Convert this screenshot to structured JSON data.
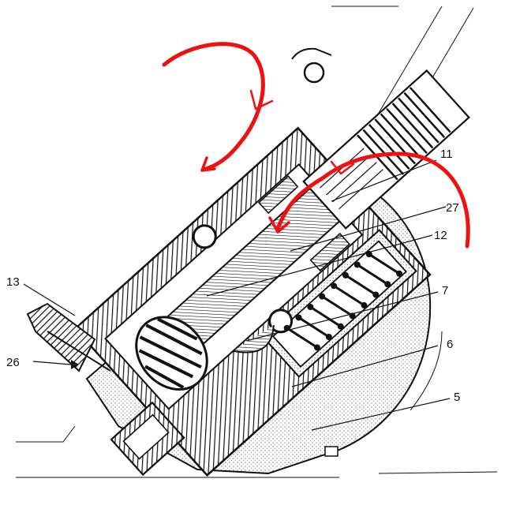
{
  "diagram": {
    "callouts": [
      {
        "id": "11",
        "label": "11"
      },
      {
        "id": "27",
        "label": "27"
      },
      {
        "id": "12",
        "label": "12"
      },
      {
        "id": "7",
        "label": "7"
      },
      {
        "id": "13",
        "label": "13"
      },
      {
        "id": "6",
        "label": "6"
      },
      {
        "id": "26",
        "label": "26"
      },
      {
        "id": "5",
        "label": "5"
      }
    ],
    "colors": {
      "ink": "#111111",
      "annotation": "#ee1111",
      "paper": "#ffffff"
    }
  }
}
